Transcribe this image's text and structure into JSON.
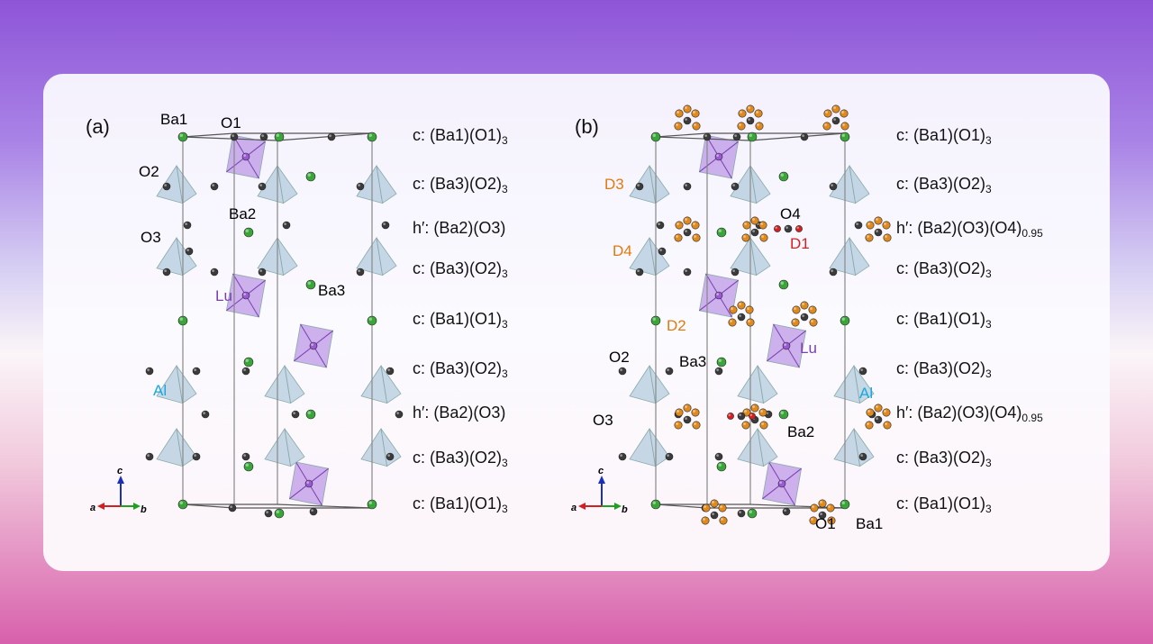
{
  "panels": [
    {
      "id": "a",
      "label": "(a)",
      "atoms": {
        "ba1": "Ba1",
        "o1": "O1",
        "o2": "O2",
        "ba2": "Ba2",
        "o3": "O3",
        "ba3": "Ba3",
        "lu": "Lu",
        "al": "Al"
      },
      "layers": [
        {
          "prefix": "c:",
          "body": "(Ba1)(O1)",
          "sub": "3"
        },
        {
          "prefix": "c:",
          "body": "(Ba3)(O2)",
          "sub": "3"
        },
        {
          "prefix": "h′:",
          "body": "(Ba2)(O3)",
          "sub": ""
        },
        {
          "prefix": "c:",
          "body": "(Ba3)(O2)",
          "sub": "3"
        },
        {
          "prefix": "c:",
          "body": "(Ba1)(O1)",
          "sub": "3"
        },
        {
          "prefix": "c:",
          "body": "(Ba3)(O2)",
          "sub": "3"
        },
        {
          "prefix": "h′:",
          "body": "(Ba2)(O3)",
          "sub": ""
        },
        {
          "prefix": "c:",
          "body": "(Ba3)(O2)",
          "sub": "3"
        },
        {
          "prefix": "c:",
          "body": "(Ba1)(O1)",
          "sub": "3"
        }
      ]
    },
    {
      "id": "b",
      "label": "(b)",
      "atoms": {
        "d3": "D3",
        "d4": "D4",
        "o4": "O4",
        "d1": "D1",
        "d2": "D2",
        "lu": "Lu",
        "o2": "O2",
        "ba3": "Ba3",
        "o3": "O3",
        "ba2": "Ba2",
        "al": "Al",
        "o1": "O1",
        "ba1": "Ba1"
      },
      "layers": [
        {
          "prefix": "c:",
          "body": "(Ba1)(O1)",
          "sub": "3"
        },
        {
          "prefix": "c:",
          "body": "(Ba3)(O2)",
          "sub": "3"
        },
        {
          "prefix": "h′:",
          "body": "(Ba2)(O3)(O4)",
          "sub": "0.95"
        },
        {
          "prefix": "c:",
          "body": "(Ba3)(O2)",
          "sub": "3"
        },
        {
          "prefix": "c:",
          "body": "(Ba1)(O1)",
          "sub": "3"
        },
        {
          "prefix": "c:",
          "body": "(Ba3)(O2)",
          "sub": "3"
        },
        {
          "prefix": "h′:",
          "body": "(Ba2)(O3)(O4)",
          "sub": "0.95"
        },
        {
          "prefix": "c:",
          "body": "(Ba3)(O2)",
          "sub": "3"
        },
        {
          "prefix": "c:",
          "body": "(Ba1)(O1)",
          "sub": "3"
        }
      ]
    }
  ],
  "axes": {
    "a": "a",
    "b": "b",
    "c": "c"
  },
  "colors": {
    "ba": "#3aa63a",
    "o": "#3b3b3b",
    "lu": "#9b59d6",
    "lu_poly": "#b48be3",
    "al_poly": "#a9c4d8",
    "d": "#e0891c",
    "o4": "#d32020",
    "label_lu": "#7a3fb0",
    "label_al": "#1aa8e0",
    "label_d": "#e07a10",
    "label_d1": "#d82020"
  }
}
